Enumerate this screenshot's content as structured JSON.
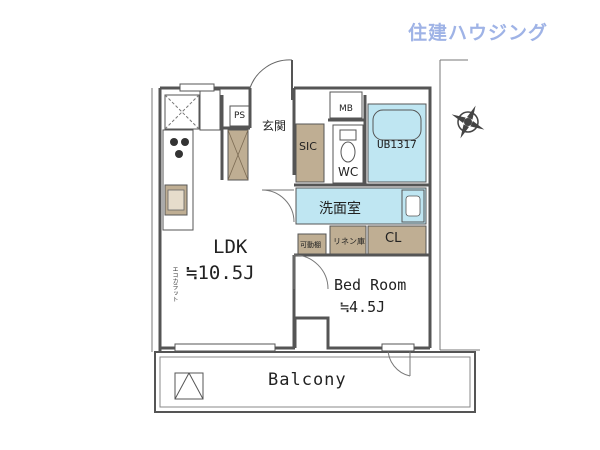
{
  "brand": {
    "logo_text": "住建ハウジング"
  },
  "rooms": {
    "ldk": {
      "name": "LDK",
      "size": "≒10.5J"
    },
    "bedroom": {
      "name": "Bed Room",
      "size": "≒4.5J"
    },
    "balcony": {
      "name": "Balcony"
    },
    "entrance": {
      "name": "玄関"
    },
    "pipe_space": {
      "name": "PS"
    },
    "meter_box": {
      "name": "MB"
    },
    "sic": {
      "name": "SIC"
    },
    "toilet": {
      "name": "WC"
    },
    "bath": {
      "name": "UB1317"
    },
    "washroom": {
      "name": "洗面室"
    },
    "closet": {
      "name": "CL"
    },
    "linen": {
      "name": "リネン庫"
    },
    "movable_shelf": {
      "name": "可動棚"
    },
    "eco_carat": {
      "name": "エコカラット"
    }
  },
  "colors": {
    "wall": "#555555",
    "wood": "#bfae93",
    "wet_area": "#bfe6f2",
    "logo": "#9fb3e6"
  }
}
